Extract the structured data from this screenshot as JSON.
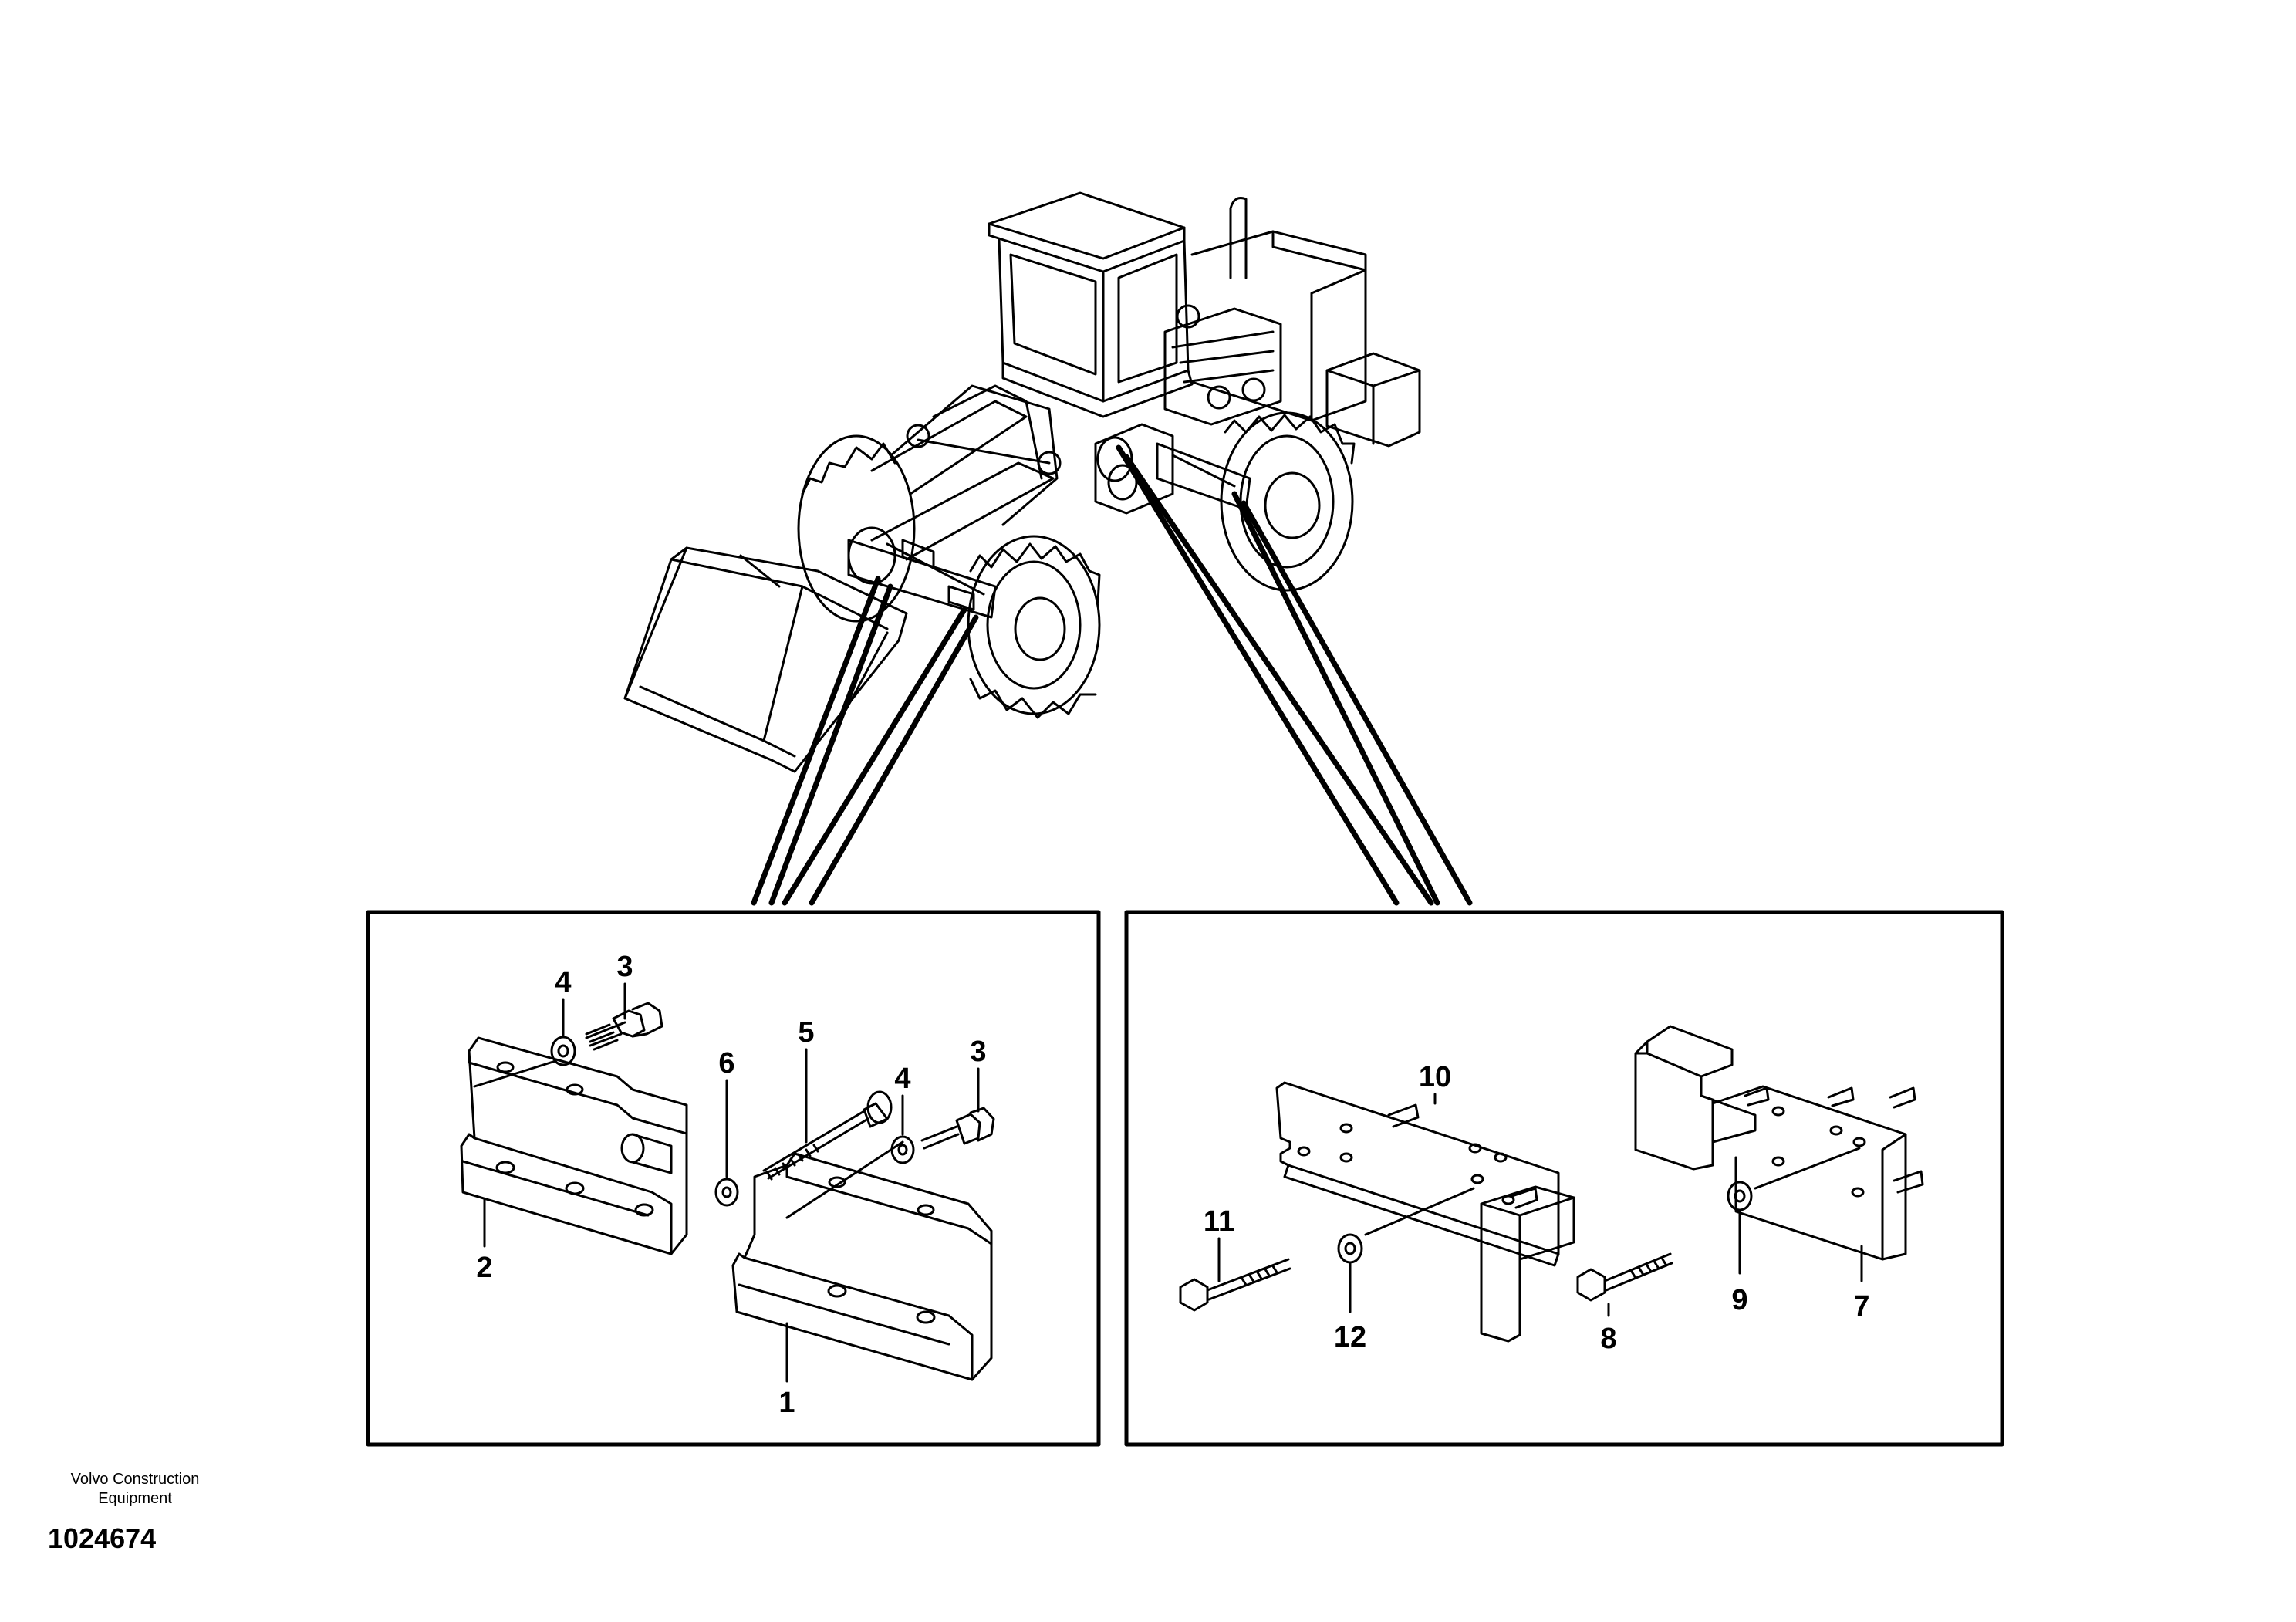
{
  "left_panel": {
    "callouts": [
      "1",
      "2",
      "3",
      "4",
      "5",
      "6",
      "4",
      "3"
    ]
  },
  "right_panel": {
    "callouts": [
      "7",
      "8",
      "9",
      "10",
      "11",
      "12"
    ]
  },
  "footer": {
    "company_line1": "Volvo Construction",
    "company_line2": "Equipment",
    "document_number": "1024674"
  },
  "colors": {
    "line": "#000000",
    "background": "#ffffff"
  }
}
